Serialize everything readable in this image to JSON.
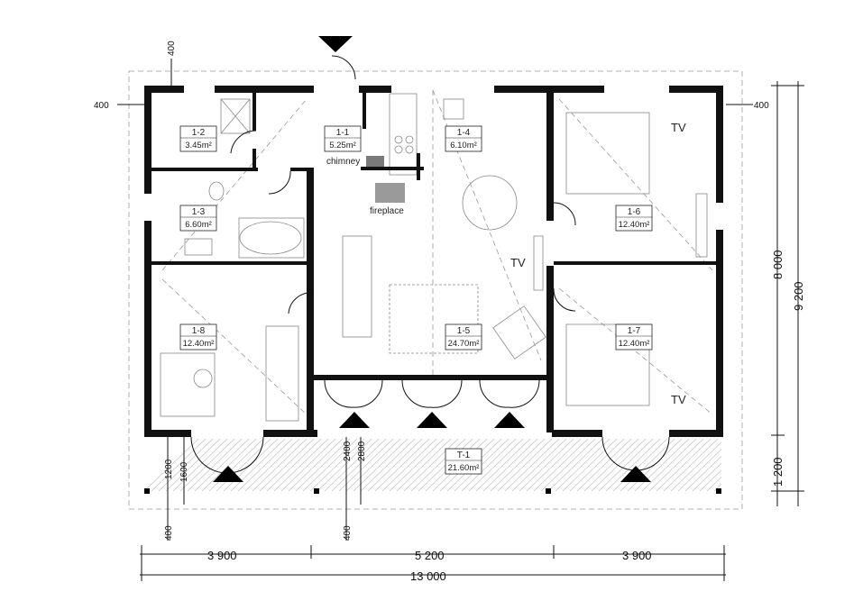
{
  "rooms": [
    {
      "id": "1-1",
      "area": "5.25m²"
    },
    {
      "id": "1-2",
      "area": "3.45m²"
    },
    {
      "id": "1-3",
      "area": "6.60m²"
    },
    {
      "id": "1-4",
      "area": "6.10m²"
    },
    {
      "id": "1-5",
      "area": "24.70m²"
    },
    {
      "id": "1-6",
      "area": "12.40m²"
    },
    {
      "id": "1-7",
      "area": "12.40m²"
    },
    {
      "id": "1-8",
      "area": "12.40m²"
    },
    {
      "id": "T-1",
      "area": "21.60m²"
    }
  ],
  "labels": {
    "chimney": "chimney",
    "fireplace": "fireplace",
    "tv": "TV"
  },
  "dimensions": {
    "left_offset_top": "400",
    "left_offset_side": "400",
    "right_offset_side": "400",
    "seg_left": "3 900",
    "seg_mid": "5 200",
    "seg_right": "3 900",
    "total_width": "13 000",
    "right_8000": "8 000",
    "right_9200": "9 200",
    "right_1200": "1 200",
    "terrace_1200": "1200",
    "terrace_1600": "1600",
    "terrace_2400": "2400",
    "terrace_2800": "2800",
    "bottom_400_a": "400",
    "bottom_400_b": "400"
  }
}
